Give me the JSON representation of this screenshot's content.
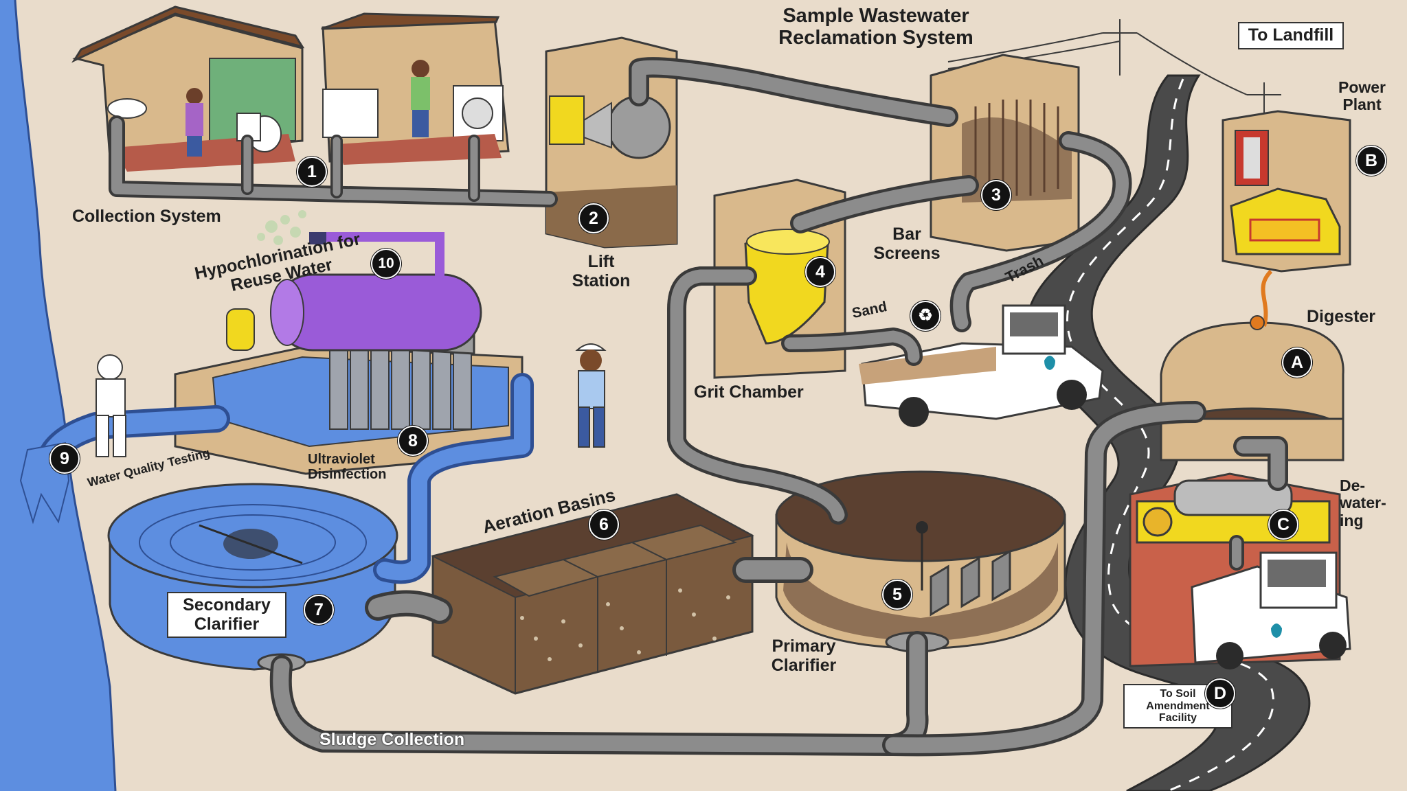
{
  "title": "Sample Wastewater Reclamation System",
  "labels": {
    "collection_system": "Collection System",
    "lift_station": "Lift Station",
    "bar_screens": "Bar Screens",
    "trash": "Trash",
    "sand": "Sand",
    "grit_chamber": "Grit Chamber",
    "primary_clarifier": "Primary Clarifier",
    "aeration_basins": "Aeration Basins",
    "secondary_clarifier": "Secondary Clarifier",
    "ultraviolet_disinfection": "Ultraviolet Disinfection",
    "water_quality_testing": "Water Quality Testing",
    "hypochlorination": "Hypochlorination for Reuse Water",
    "sludge_collection": "Sludge Collection",
    "digester": "Digester",
    "dewatering": "De-water-ing",
    "power_plant": "Power Plant",
    "to_landfill": "To Landfill",
    "to_soil_facility": "To Soil Amendment Facility"
  },
  "steps": [
    "1",
    "2",
    "3",
    "4",
    "5",
    "6",
    "7",
    "8",
    "9",
    "10"
  ],
  "stages": [
    "A",
    "B",
    "C",
    "D"
  ],
  "colors": {
    "background": "#e9dccb",
    "pipe": "#8c8c8c",
    "pipe_outline": "#3a3a3a",
    "water": "#5d8ee0",
    "sludge": "#5b4030",
    "cardboard": "#d9b98c",
    "yellow": "#f1d81f",
    "purple": "#9a5bd8",
    "road": "#4a4a4a"
  }
}
